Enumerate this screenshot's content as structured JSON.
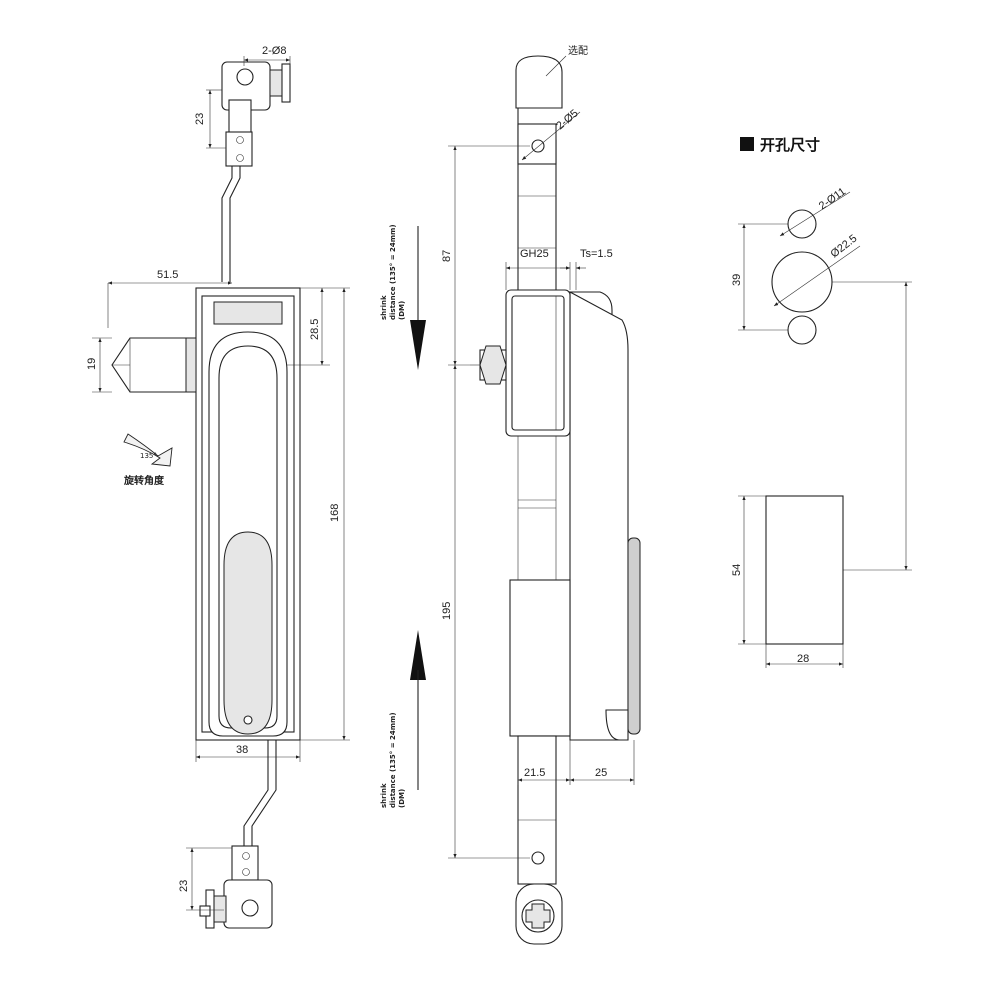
{
  "colors": {
    "line": "#222222",
    "background": "#ffffff",
    "fill_light": "#e6e6e6",
    "fill_mid": "#cfcfcf"
  },
  "front_view": {
    "dim_top_holes": "2-Ø8",
    "dim_top_pitch": "23",
    "dim_offset": "51.5",
    "dim_handle_width": "19",
    "dim_cap_height": "28.5",
    "dim_height": "168",
    "dim_width": "38",
    "dim_bottom_pitch": "23",
    "rotation_angle_mark": "135°",
    "rotation_label": "旋转角度"
  },
  "side_view": {
    "optional_label": "选配",
    "dim_rod_holes": "2-Ø5",
    "dim_upper": "87",
    "dim_total": "195",
    "dim_gh": "GH25",
    "dim_ts": "Ts=1.5",
    "dim_front_depth": "21.5",
    "dim_rear_depth": "25",
    "shrink_top": [
      "shrink",
      "distance (135° = 24mm)",
      "(DM)"
    ],
    "shrink_bottom": [
      "shrink",
      "distance (135° = 24mm)",
      "(DM)"
    ]
  },
  "cutout": {
    "title": "开孔尺寸",
    "dim_small_holes": "2-Ø11",
    "dim_center_hole": "Ø22.5",
    "dim_hole_pitch": "39",
    "dim_rect_height": "54",
    "dim_rect_width": "28"
  }
}
